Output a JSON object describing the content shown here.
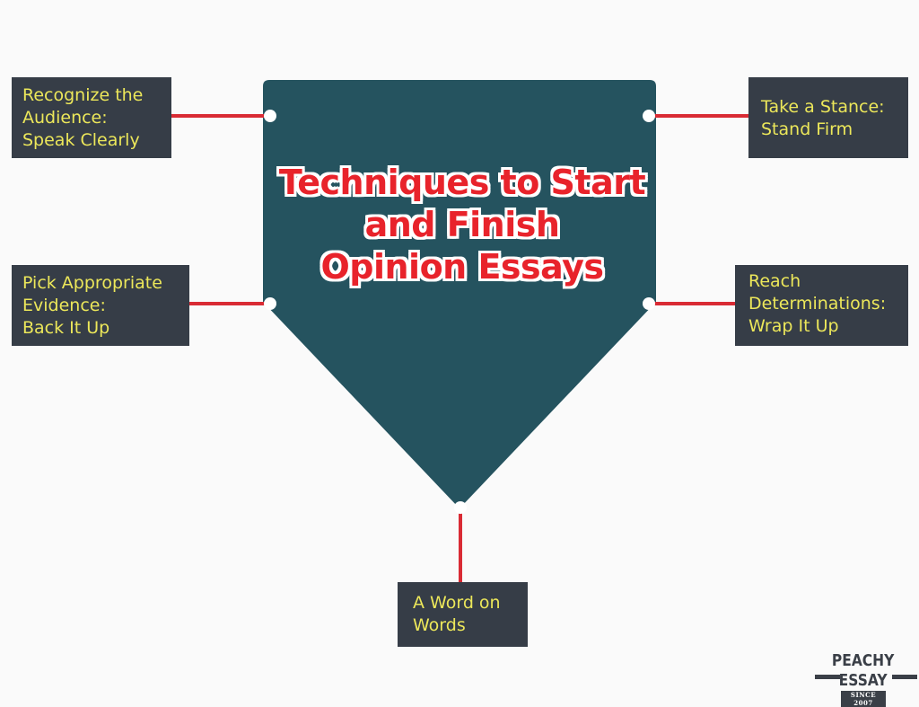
{
  "title": {
    "lines": [
      "Techniques to Start",
      "and Finish",
      "Opinion Essays"
    ]
  },
  "nodes": {
    "top_left": {
      "lines": [
        "Recognize the",
        "Audience:",
        "Speak Clearly"
      ]
    },
    "middle_left": {
      "lines": [
        "Pick Appropriate",
        "Evidence:",
        "Back It Up"
      ]
    },
    "top_right": {
      "lines": [
        "Take a Stance:",
        "Stand Firm"
      ]
    },
    "middle_right": {
      "lines": [
        "Reach",
        "Determinations:",
        "Wrap It Up"
      ]
    },
    "bottom": {
      "lines": [
        "A Word on",
        "Words"
      ]
    }
  },
  "logo": {
    "name": "PEACHY ESSAY",
    "since": "SINCE 2007"
  },
  "colors": {
    "shape_fill": "#25535f",
    "box_fill": "#363d47",
    "box_text": "#ece75a",
    "connector": "#d92b34",
    "title_text": "#e8232b",
    "background": "#fafafa"
  }
}
